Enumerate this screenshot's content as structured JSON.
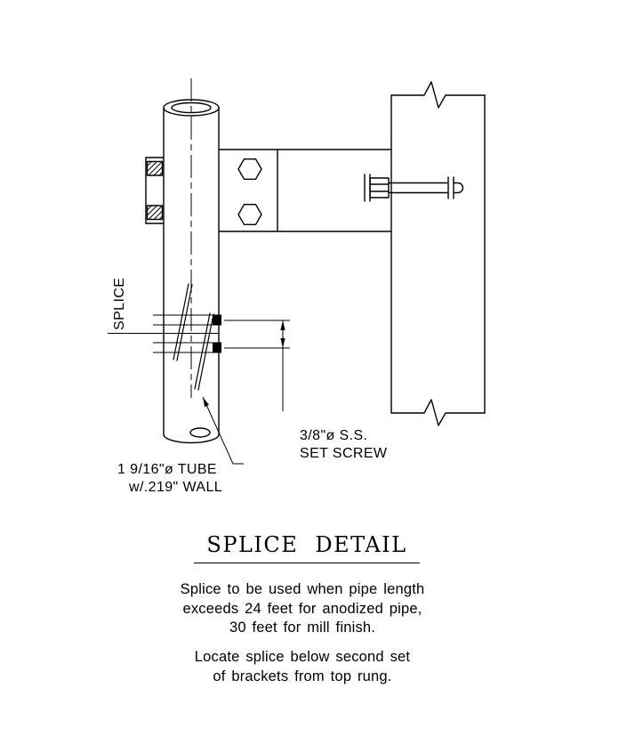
{
  "colors": {
    "ink": "#000000",
    "paper": "#ffffff"
  },
  "drawing": {
    "labels": {
      "splice": "SPLICE",
      "set_screw_note_line1": "3/8\"ø S.S.",
      "set_screw_note_line2": "SET SCREW",
      "tube_note_line1": "1 9/16\"ø TUBE",
      "tube_note_line2": "w/.219\" WALL"
    }
  },
  "title": "SPLICE DETAIL",
  "notes": {
    "paragraph1": {
      "line1": "Splice to be used when pipe length",
      "line2": "exceeds 24 feet for anodized pipe,",
      "line3": "30 feet for mill finish."
    },
    "paragraph2": {
      "line1": "Locate splice below second set",
      "line2": "of brackets from top rung."
    }
  }
}
